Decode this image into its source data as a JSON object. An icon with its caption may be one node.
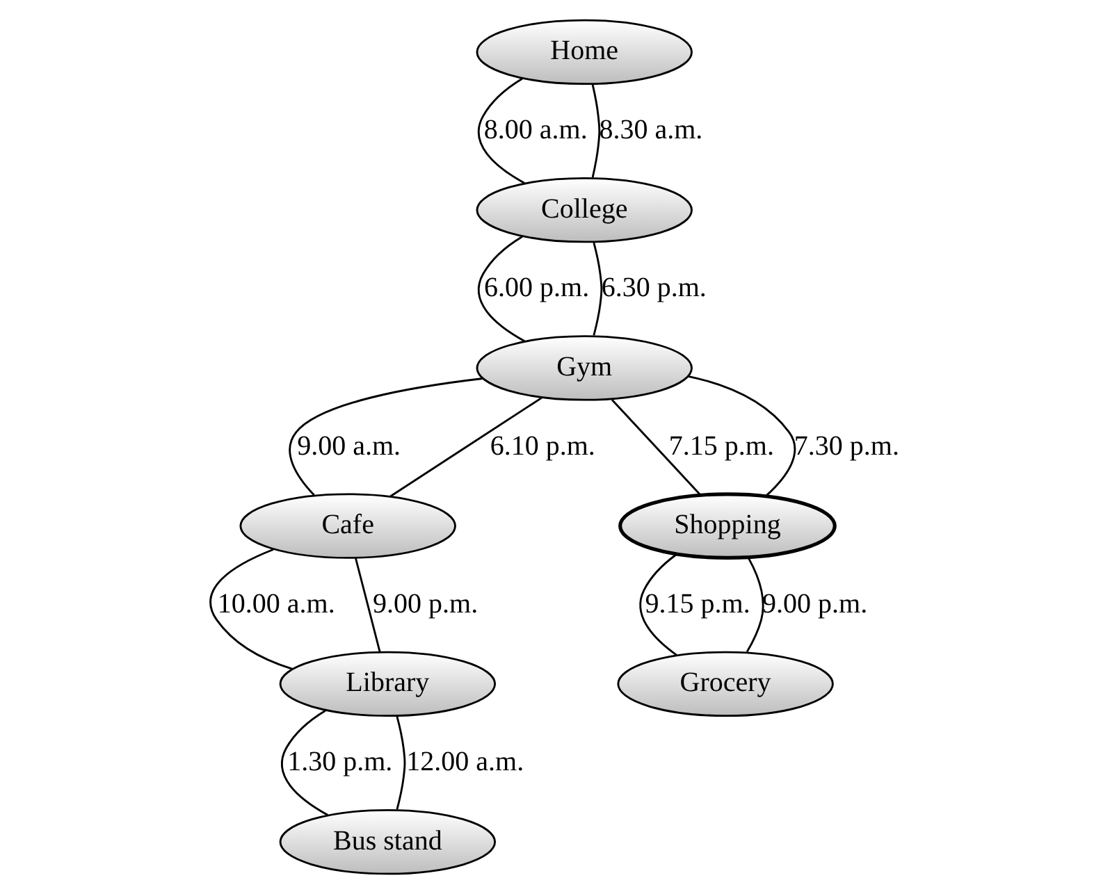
{
  "diagram": {
    "nodes": [
      {
        "text": [
          "Home"
        ]
      },
      {
        "text": [
          "College"
        ]
      },
      {
        "text": [
          "Gym"
        ]
      },
      {
        "text": [
          "Cafe"
        ]
      },
      {
        "text": [
          "Library"
        ]
      },
      {
        "text": [
          "Shopping"
        ]
      },
      {
        "text": [
          "Bus stand"
        ]
      },
      {
        "text": [
          "Grocery"
        ]
      }
    ],
    "edges": [
      {
        "from": 0,
        "to": 1,
        "arrow": "none",
        "label": "8.00 a.m."
      },
      {
        "from": 0,
        "to": 1,
        "arrow": "none",
        "label": "8.30 a.m."
      },
      {
        "from": 1,
        "to": 2,
        "arrow": "none",
        "label": "6.00 p.m."
      },
      {
        "from": 1,
        "to": 2,
        "arrow": "none",
        "label": "6.30 p.m."
      },
      {
        "from": 2,
        "to": 3,
        "arrow": "none",
        "label": "9.00 a.m."
      },
      {
        "from": 2,
        "to": 3,
        "arrow": "none",
        "label": "6.10 p.m."
      },
      {
        "from": 2,
        "to": 5,
        "arrow": "none",
        "label": "7.15 p.m."
      },
      {
        "from": 2,
        "to": 5,
        "arrow": "none",
        "label": "7.30 p.m."
      },
      {
        "from": 3,
        "to": 4,
        "arrow": "none",
        "label": "10.00 a.m."
      },
      {
        "from": 3,
        "to": 4,
        "arrow": "none",
        "label": "9.00 p.m."
      },
      {
        "from": 4,
        "to": 6,
        "arrow": "none",
        "label": "1.30 p.m."
      },
      {
        "from": 4,
        "to": 6,
        "arrow": "none",
        "label": "12.00 a.m."
      },
      {
        "from": 5,
        "to": 7,
        "arrow": "none",
        "label": "9.15 p.m."
      },
      {
        "from": 5,
        "to": 7,
        "arrow": "none",
        "label": "9.00 p.m."
      }
    ]
  }
}
